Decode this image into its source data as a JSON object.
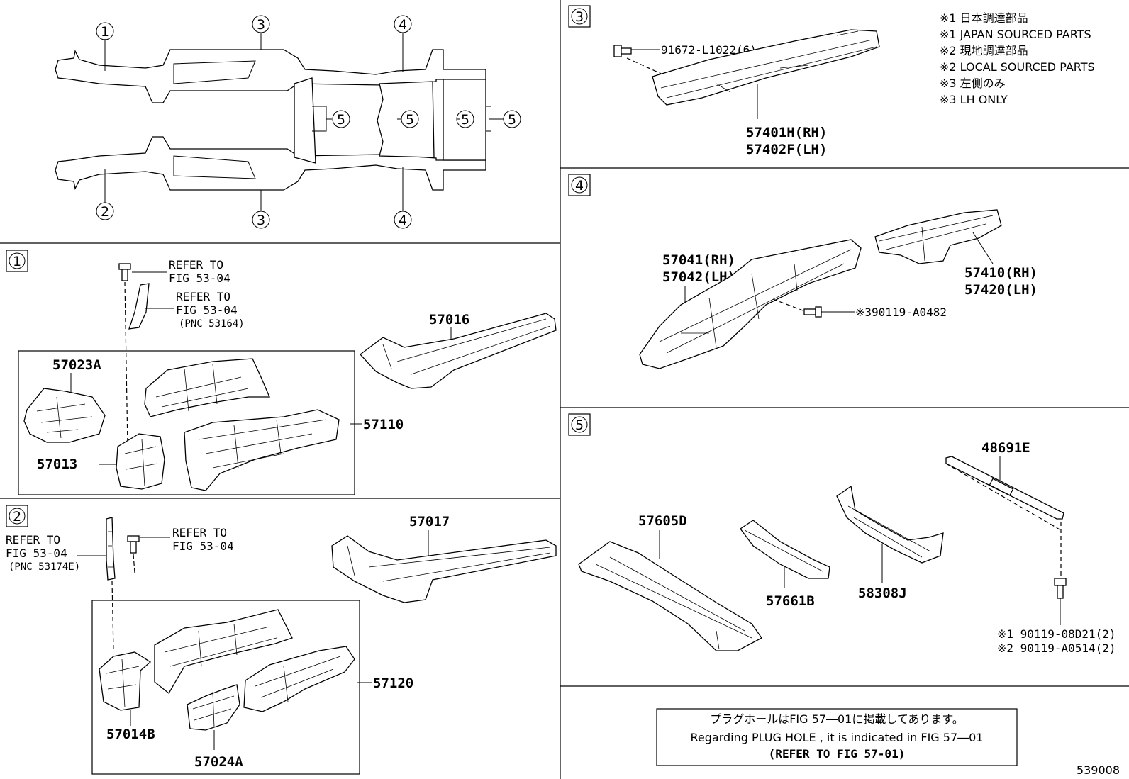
{
  "overview": {
    "callouts": [
      {
        "id": "ov-1-top",
        "text": "1"
      },
      {
        "id": "ov-2-bottom",
        "text": "2"
      },
      {
        "id": "ov-3-top",
        "text": "3"
      },
      {
        "id": "ov-3-bottom",
        "text": "3"
      },
      {
        "id": "ov-4-top",
        "text": "4"
      },
      {
        "id": "ov-4-bottom",
        "text": "4"
      },
      {
        "id": "ov-5-a",
        "text": "5"
      },
      {
        "id": "ov-5-b",
        "text": "5"
      },
      {
        "id": "ov-5-c",
        "text": "5"
      },
      {
        "id": "ov-5-d",
        "text": "5"
      }
    ]
  },
  "section1": {
    "tag": "1",
    "refer1_line1": "REFER TO",
    "refer1_line2": "FIG 53-04",
    "refer2_line1": "REFER TO",
    "refer2_line2": "FIG 53-04",
    "refer2_line3": "(PNC 53164)",
    "parts": {
      "p57016": "57016",
      "p57023a": "57023A",
      "p57110": "57110",
      "p57013": "57013"
    }
  },
  "section2": {
    "tag": "2",
    "referL_line1": "REFER TO",
    "referL_line2": "FIG 53-04",
    "referL_line3": "(PNC 53174E)",
    "referR_line1": "REFER TO",
    "referR_line2": "FIG 53-04",
    "parts": {
      "p57017": "57017",
      "p57120": "57120",
      "p57014b": "57014B",
      "p57024a": "57024A"
    }
  },
  "section3": {
    "tag": "3",
    "bolt": "91672-L1022(6)",
    "part_rh": "57401H(RH)",
    "part_lh": "57402F(LH)",
    "legend": [
      "※1 日本調達部品",
      "※1 JAPAN SOURCED PARTS",
      "※2 現地調達部品",
      "※2 LOCAL SOURCED PARTS",
      "※3 左側のみ",
      "※3 LH ONLY"
    ]
  },
  "section4": {
    "tag": "4",
    "p57041": "57041(RH)",
    "p57042": "57042(LH)",
    "p57410": "57410(RH)",
    "p57420": "57420(LH)",
    "bolt": "※390119-A0482"
  },
  "section5": {
    "tag": "5",
    "p48691e": "48691E",
    "p57605d": "57605D",
    "p57661b": "57661B",
    "p58308j": "58308J",
    "bolt1": "※1 90119-08D21(2)",
    "bolt2": "※2 90119-A0514(2)"
  },
  "footer_note": {
    "line1": "プラグホールはFIG 57―01に掲載してあります。",
    "line2": "Regarding PLUG HOLE , it is indicated in FIG 57―01",
    "line3": "(REFER TO FIG 57-01)"
  },
  "figure_id": "539008"
}
